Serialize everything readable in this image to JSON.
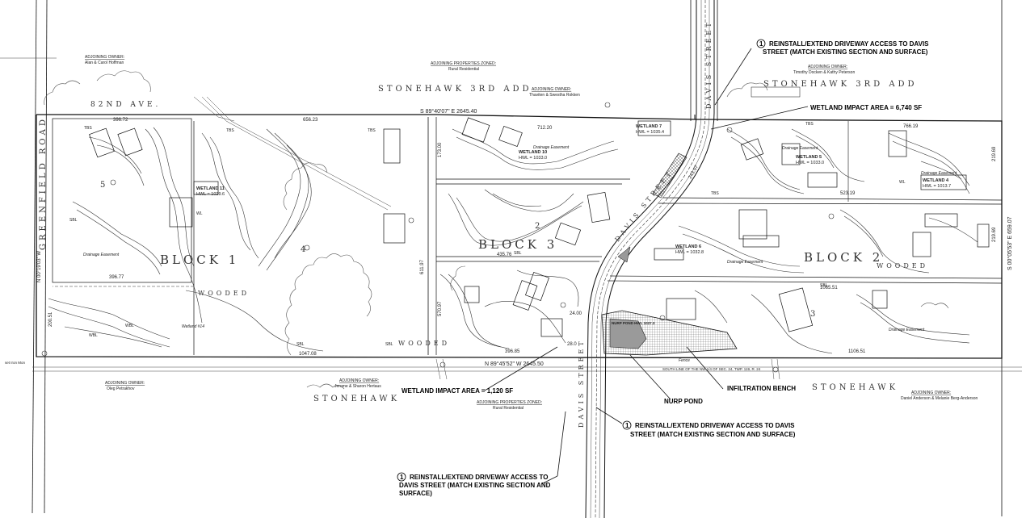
{
  "notes": {
    "reinstall_top_1": "REINSTALL/EXTEND DRIVEWAY ACCESS TO DAVIS",
    "reinstall_top_2": "STREET (MATCH EXISTING SECTION AND SURFACE)",
    "reinstall_mid_1": "REINSTALL/EXTEND DRIVEWAY ACCESS TO DAVIS",
    "reinstall_mid_2": "STREET (MATCH EXISTING SECTION AND SURFACE)",
    "reinstall_bot_1": "REINSTALL/EXTEND DRIVEWAY ACCESS TO",
    "reinstall_bot_2": "DAVIS STREET (MATCH EXISTING SECTION AND",
    "reinstall_bot_3": "SURFACE)",
    "callout_num": "1",
    "wetland_top": "WETLAND IMPACT AREA = 6,740 SF",
    "wetland_bottom": "WETLAND IMPACT AREA = 1,120 SF",
    "nurp_pond": "NURP POND",
    "infiltration": "INFILTRATION BENCH"
  },
  "blocks": {
    "block1": "BLOCK 1",
    "block2": "BLOCK 2",
    "block3": "BLOCK 3"
  },
  "lots": {
    "lot5": "5",
    "lot4": "4",
    "lot2": "2",
    "lot3": "3"
  },
  "streets": {
    "ave82": "82ND AVE.",
    "greenfield": "GREENFIELD ROAD",
    "davis_top": "DAVIS STREET",
    "davis_mid": "DAVIS STREET",
    "davis_bot": "DAVIS STREET"
  },
  "subdivisions": {
    "stonehawk3_left": "STONEHAWK 3RD ADD",
    "stonehawk3_right": "STONEHAWK 3RD ADD",
    "stonehawk_left": "STONEHAWK",
    "stonehawk_right": "STONEHAWK"
  },
  "wooded": {
    "w1": "WOODED",
    "w2": "WOODED",
    "w3": "WOODED"
  },
  "owners": {
    "label": "ADJOINING OWNER:",
    "o1": "Alan & Carol Hoffman",
    "o2": "Timothy Docken & Kathy Peterson",
    "o3": "Thaviten & Swestha Rokken",
    "o4": "Oleg Petrakhov",
    "o5": "Jerome & Sharon Hertaus",
    "o6": "Daniel Anderson & Melanie Berg-Anderson"
  },
  "zoned": {
    "label": "ADJOINING PROPERTIES ZONED:",
    "top_value": "Rural Residential",
    "bottom_value": "Rural Residential"
  },
  "bearings": {
    "north": "S 89°40'07\" E 2645.40",
    "south": "N 89°45'52\" W 2645.50",
    "east": "S 00°05'53\" E 659.07",
    "west": "N 00°19'03\" W"
  },
  "dims": {
    "d656": "656.23",
    "d712": "712.20",
    "d396": "396.72",
    "d435": "435.76",
    "d611": "611.97",
    "d396b": "396.77",
    "d396c": "396.85",
    "d1047": "1047.08",
    "d766": "766.19",
    "d523": "523.19",
    "d1065": "1065.51",
    "d1106": "1106.51",
    "d200": "200.51",
    "d219a": "219.69",
    "d219b": "219.69",
    "d570": "570.97",
    "d243": "243.07",
    "d173": "173.00",
    "d24": "24.00",
    "d28": "28.0"
  },
  "labels": {
    "wetland10": "WETLAND 10",
    "wetland10_hwl": "HWL = 1033.0",
    "wetland5": "WETLAND 5",
    "wetland5_hwl": "HWL = 1033.0",
    "wetland6": "WETLAND 6",
    "wetland6_hwl": "HWL = 1032.8",
    "wetland7": "WETLAND 7",
    "wetland7_hwl": "HWL = 1035.4",
    "wetland11": "WETLAND 11",
    "wetland11_hwl": "HWL = 1029.6",
    "wetland4": "WETLAND 4",
    "wetland4_hwl": "HWL = 1013.7",
    "drainage": "Drainage Easement",
    "drainage_ease": "Drainage Easement",
    "fence": "Fence",
    "south_line": "SOUTH LINE OF THE NW 1/4 OF SEC. 24, TWP. 119, R. 24",
    "wetland14": "Wetland #14",
    "setiron": "set Iron Mon",
    "nurp_box": "NURP POND HWL 1027.3"
  },
  "tags": {
    "sbl": "SBL",
    "wbl": "WBL",
    "wl": "WL",
    "tbs": "TBS"
  }
}
